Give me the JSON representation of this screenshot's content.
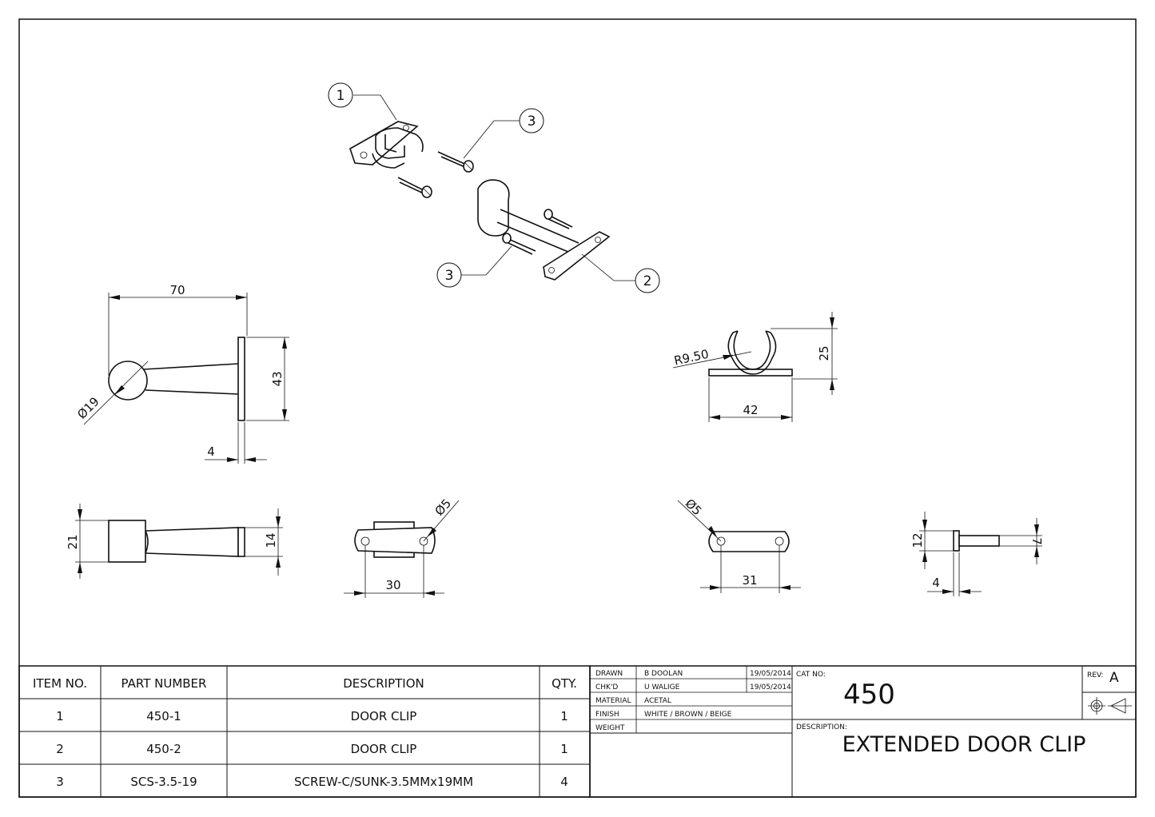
{
  "dimensions": {
    "side_length": "70",
    "side_ball_dia": "Ø19",
    "side_plate_height": "43",
    "side_plate_thickness": "4",
    "clip_radius": "R9.50",
    "clip_height": "25",
    "clip_width": "42",
    "bottom_height": "21",
    "bottom_tip": "14",
    "clip_plan_hole": "Ø5",
    "clip_plan_spacing": "30",
    "stop_plan_hole": "Ø5",
    "stop_plan_spacing": "31",
    "end_height": "12",
    "end_pin": "7",
    "end_thickness": "4"
  },
  "balloons": [
    "1",
    "3",
    "3",
    "2"
  ],
  "bom": {
    "headers": [
      "ITEM NO.",
      "PART NUMBER",
      "DESCRIPTION",
      "QTY."
    ],
    "rows": [
      {
        "item": "1",
        "part": "450-1",
        "desc": "DOOR CLIP",
        "qty": "1"
      },
      {
        "item": "2",
        "part": "450-2",
        "desc": "DOOR CLIP",
        "qty": "1"
      },
      {
        "item": "3",
        "part": "SCS-3.5-19",
        "desc": "SCREW-C/SUNK-3.5MMx19MM",
        "qty": "4"
      }
    ]
  },
  "title_block": {
    "drawn_label": "DRAWN",
    "drawn_name": "B DOOLAN",
    "drawn_date": "19/05/2014",
    "chkd_label": "CHK'D",
    "chkd_name": "U WALIGE",
    "chkd_date": "19/05/2014",
    "material_label": "MATERIAL",
    "material_value": "ACETAL",
    "finish_label": "FINISH",
    "finish_value": "WHITE / BROWN / BEIGE",
    "weight_label": "WEIGHT",
    "weight_value": "",
    "cat_label": "CAT NO:",
    "cat_value": "450",
    "rev_label": "REV:",
    "rev_value": "A",
    "desc_label": "DESCRIPTION:",
    "desc_value": "EXTENDED DOOR CLIP"
  }
}
